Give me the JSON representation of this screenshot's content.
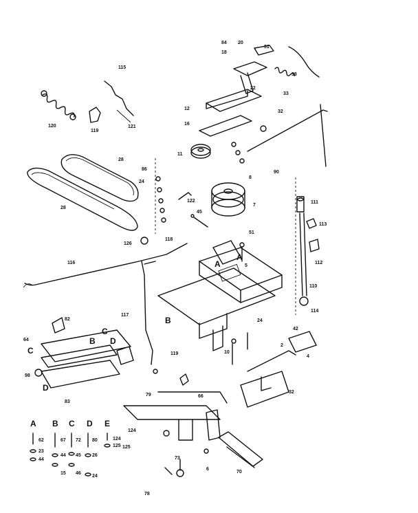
{
  "callouts": {
    "n120": "120",
    "n115": "115",
    "n119": "119",
    "n121": "121",
    "n20": "20",
    "n28": "28",
    "n84": "84",
    "n18": "18",
    "n38": "38",
    "n31": "31",
    "n33": "33",
    "n12": "12",
    "n22": "22",
    "n16": "16",
    "n11": "11",
    "n86": "86",
    "n24": "24",
    "n122": "122",
    "n8": "8",
    "n7": "7",
    "n45": "45",
    "n126": "126",
    "n116": "116",
    "n118": "118",
    "n111": "111",
    "n113": "113",
    "n112": "112",
    "n110": "110",
    "n114": "114",
    "n82": "82",
    "n64": "64",
    "n98": "98",
    "n83": "83",
    "n117": "117",
    "n79": "79",
    "n78": "78",
    "n73": "73",
    "n66": "66",
    "n70": "70",
    "n42": "42",
    "n10": "10",
    "n5": "5",
    "n6": "6",
    "n2": "2",
    "n125": "125",
    "n124": "124",
    "n4": "4",
    "n32": "32",
    "n90": "90",
    "n51": "51"
  },
  "reference_letters": [
    "A",
    "B",
    "C",
    "D",
    "E"
  ],
  "legend": {
    "A": [
      "62",
      "23",
      "44"
    ],
    "B": [
      "67",
      "44",
      "15"
    ],
    "C": [
      "72",
      "45",
      "46"
    ],
    "D": [
      "80",
      "26",
      "24"
    ],
    "E": [
      "124",
      "125"
    ]
  }
}
